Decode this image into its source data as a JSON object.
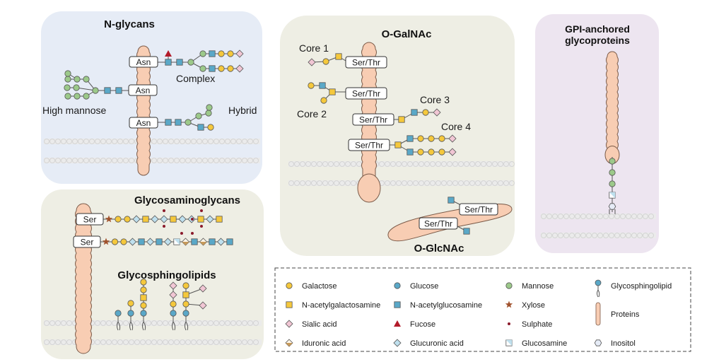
{
  "colors": {
    "galactose": "#f5c83c",
    "glucose": "#5aa8c8",
    "mannose": "#9cc98a",
    "galnac": "#f5c83c",
    "glcnac": "#5aa8c8",
    "xylose": "#a0522d",
    "sialic": "#f1c6d4",
    "fucose": "#b31b2a",
    "sulphate": "#8b1a2b",
    "iduronic": "#c79a5a",
    "glucuronic": "#bfe0ee",
    "glucosamine": "#bfe0ee",
    "inositol": "#e6ecf7",
    "protein": "#f8cdb3",
    "panel_blue": "#e6ecf6",
    "panel_green": "#eeeee4",
    "panel_purple": "#ede5f0",
    "membrane": "#d4d4d4"
  },
  "panels": {
    "n_glycans": {
      "title": "N-glycans",
      "complex": "Complex",
      "high_mannose": "High mannose",
      "hybrid": "Hybrid",
      "residue": "Asn"
    },
    "o_galnac": {
      "title": "O-GalNAc",
      "core1": "Core 1",
      "core2": "Core 2",
      "core3": "Core 3",
      "core4": "Core 4",
      "residue": "Ser/Thr"
    },
    "o_glcnac": {
      "title": "O-GlcNAc",
      "residue": "Ser/Thr"
    },
    "gpi": {
      "title_line1": "GPI-anchored",
      "title_line2": "glycoproteins"
    },
    "gag": {
      "title": "Glycosaminoglycans",
      "residue": "Ser"
    },
    "gsl": {
      "title": "Glycosphingolipids"
    }
  },
  "legend": [
    {
      "symbol": "galactose",
      "label": "Galactose"
    },
    {
      "symbol": "glucose",
      "label": "Glucose"
    },
    {
      "symbol": "mannose",
      "label": "Mannose"
    },
    {
      "symbol": "glycosphingolipid",
      "label": "Glycosphingolipid"
    },
    {
      "symbol": "galnac",
      "label": "N-acetylgalactosamine"
    },
    {
      "symbol": "glcnac",
      "label": "N-acetylglucosamine"
    },
    {
      "symbol": "xylose",
      "label": "Xylose"
    },
    {
      "symbol": "protein",
      "label": "Proteins"
    },
    {
      "symbol": "sialic",
      "label": "Sialic acid"
    },
    {
      "symbol": "fucose",
      "label": "Fucose"
    },
    {
      "symbol": "sulphate",
      "label": "Sulphate"
    },
    {
      "symbol": "iduronic",
      "label": "Iduronic acid"
    },
    {
      "symbol": "glucuronic",
      "label": "Glucuronic acid"
    },
    {
      "symbol": "glucosamine",
      "label": "Glucosamine"
    },
    {
      "symbol": "inositol",
      "label": "Inositol"
    }
  ]
}
